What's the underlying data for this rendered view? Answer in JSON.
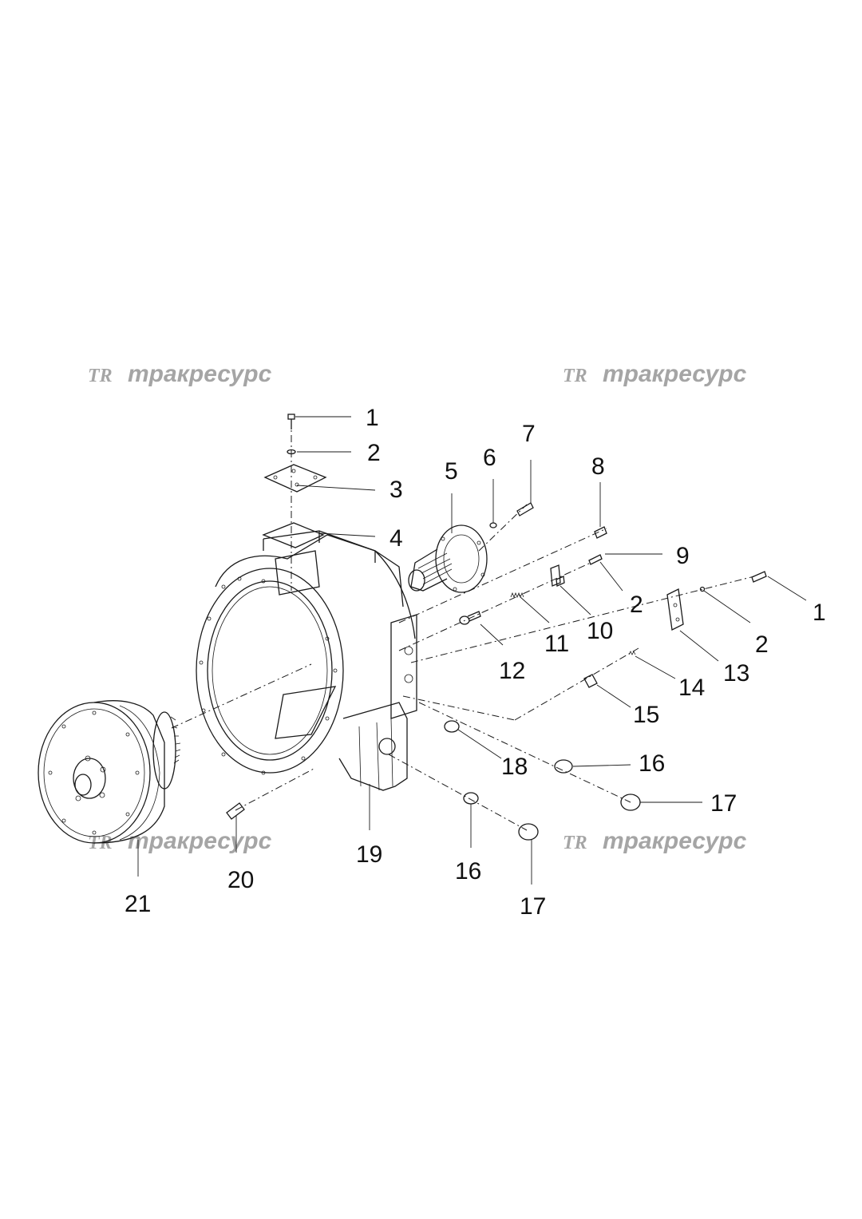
{
  "watermark": {
    "logo": "TR",
    "text": "тракресурс"
  },
  "callouts": [
    "1",
    "2",
    "3",
    "4",
    "5",
    "6",
    "7",
    "8",
    "9",
    "2",
    "1",
    "10",
    "2",
    "11",
    "13",
    "12",
    "14",
    "15",
    "16",
    "18",
    "17",
    "19",
    "16",
    "20",
    "17",
    "21"
  ]
}
